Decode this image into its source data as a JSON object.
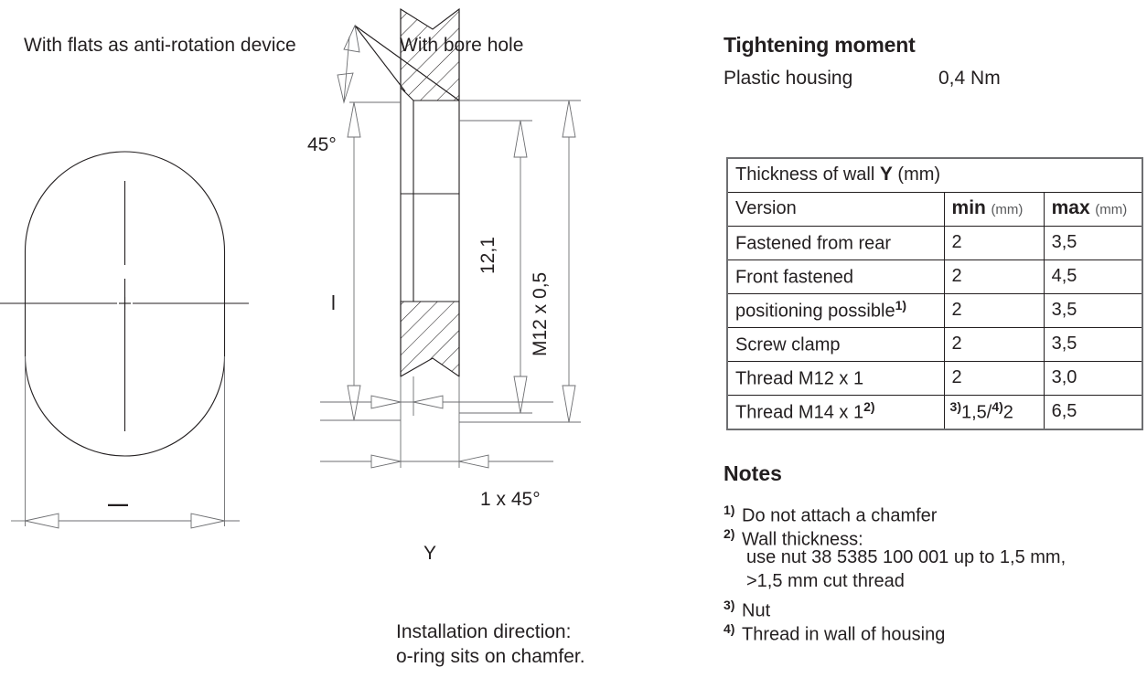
{
  "captions": {
    "left_drawing": "With flats as anti-rotation device",
    "middle_drawing": "With bore hole",
    "installation_line1": "Installation direction:",
    "installation_line2": "o-ring sits on chamfer."
  },
  "tightening_moment": {
    "title": "Tightening moment",
    "label": "Plastic housing",
    "value": "0,4 Nm"
  },
  "drawing_labels": {
    "angle_45": "45°",
    "chamfer": "1 x 45°",
    "length_121": "12,1",
    "thread": "M12 x 0,5",
    "wall_thickness": "Y",
    "left_dash": "—",
    "mid_left_bar": "l"
  },
  "table": {
    "title_prefix": "Thickness of wall ",
    "title_bold": "Y",
    "title_suffix": " (mm)",
    "columns": [
      {
        "label": "Version",
        "unit": ""
      },
      {
        "label": "min",
        "unit": "(mm)"
      },
      {
        "label": "max",
        "unit": "(mm)"
      }
    ],
    "rows": [
      {
        "version": "Fastened from rear",
        "version_sup": "",
        "min": "2",
        "min_sup_a": "",
        "min_sup_b": "",
        "max": "3,5"
      },
      {
        "version": "Front fastened",
        "version_sup": "",
        "min": "2",
        "min_sup_a": "",
        "min_sup_b": "",
        "max": "4,5"
      },
      {
        "version": "positioning possible",
        "version_sup": "1)",
        "min": "2",
        "min_sup_a": "",
        "min_sup_b": "",
        "max": "3,5"
      },
      {
        "version": "Screw clamp",
        "version_sup": "",
        "min": "2",
        "min_sup_a": "",
        "min_sup_b": "",
        "max": "3,5"
      },
      {
        "version": "Thread M12 x 1",
        "version_sup": "",
        "min": "2",
        "min_sup_a": "",
        "min_sup_b": "",
        "max": "3,0"
      },
      {
        "version": "Thread M14 x 1",
        "version_sup": "2)",
        "min": "1,5/",
        "min_sup_a": "3)",
        "min_sup_b": "4)",
        "min_tail": "2",
        "max": "6,5"
      }
    ]
  },
  "notes": {
    "title": "Notes",
    "items": [
      {
        "marker": "1)",
        "text": "Do not attach a chamfer"
      },
      {
        "marker": "2)",
        "text": "Wall thickness:"
      },
      {
        "marker": "",
        "text": "use nut 38 5385 100 001 up to 1,5 mm,"
      },
      {
        "marker": "",
        "text": ">1,5 mm cut thread"
      },
      {
        "marker": "3)",
        "text": "Nut"
      },
      {
        "marker": "4)",
        "text": "Thread in wall of housing"
      }
    ]
  },
  "colors": {
    "ink": "#231f20",
    "dimension": "#6d6e71",
    "unit_gray": "#58595b"
  }
}
